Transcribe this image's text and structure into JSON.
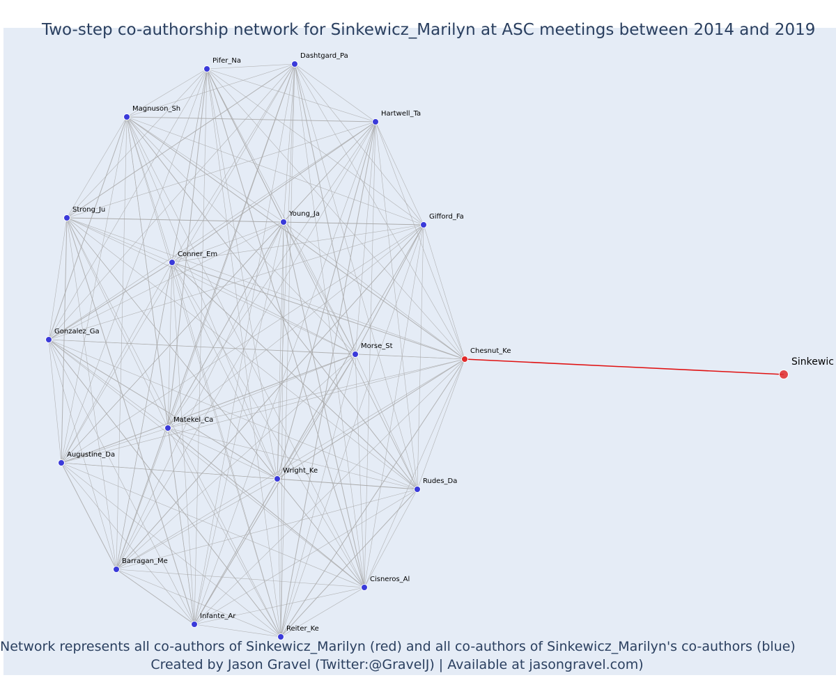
{
  "title": "Two-step co-authorship network for Sinkewicz_Marilyn at ASC meetings between 2014 and 2019",
  "footer": {
    "line1": "Network represents all co-authors of Sinkewicz_Marilyn (red) and all co-authors of Sinkewicz_Marilyn's co-authors (blue)",
    "line2": "Created by Jason Gravel (Twitter:@GravelJ) | Available at jasongravel.com)"
  },
  "colors": {
    "background": "#e5ecf6",
    "text": "#2a3f5f",
    "blue_node": "#3a3ad9",
    "red_node": "#e02a2a",
    "edge": "#a8a8a8",
    "ego_edge": "#e01010"
  },
  "network": {
    "ego": "Sinkewicz_Marilyn",
    "ego_label_visible": "Sinkewic",
    "direct_coauthors": [
      "Chesnut_Ke"
    ],
    "second_step_coauthors": [
      "Pifer_Na",
      "Dashtgard_Pa",
      "Magnuson_Sh",
      "Hartwell_Ta",
      "Strong_Ju",
      "Young_Ja",
      "Gifford_Fa",
      "Conner_Em",
      "Gonzalez_Ga",
      "Morse_St",
      "Matekel_Ca",
      "Augustine_Da",
      "Wright_Ke",
      "Rudes_Da",
      "Barragan_Me",
      "Cisneros_Al",
      "Infante_Ar",
      "Reiter_Ke"
    ]
  }
}
